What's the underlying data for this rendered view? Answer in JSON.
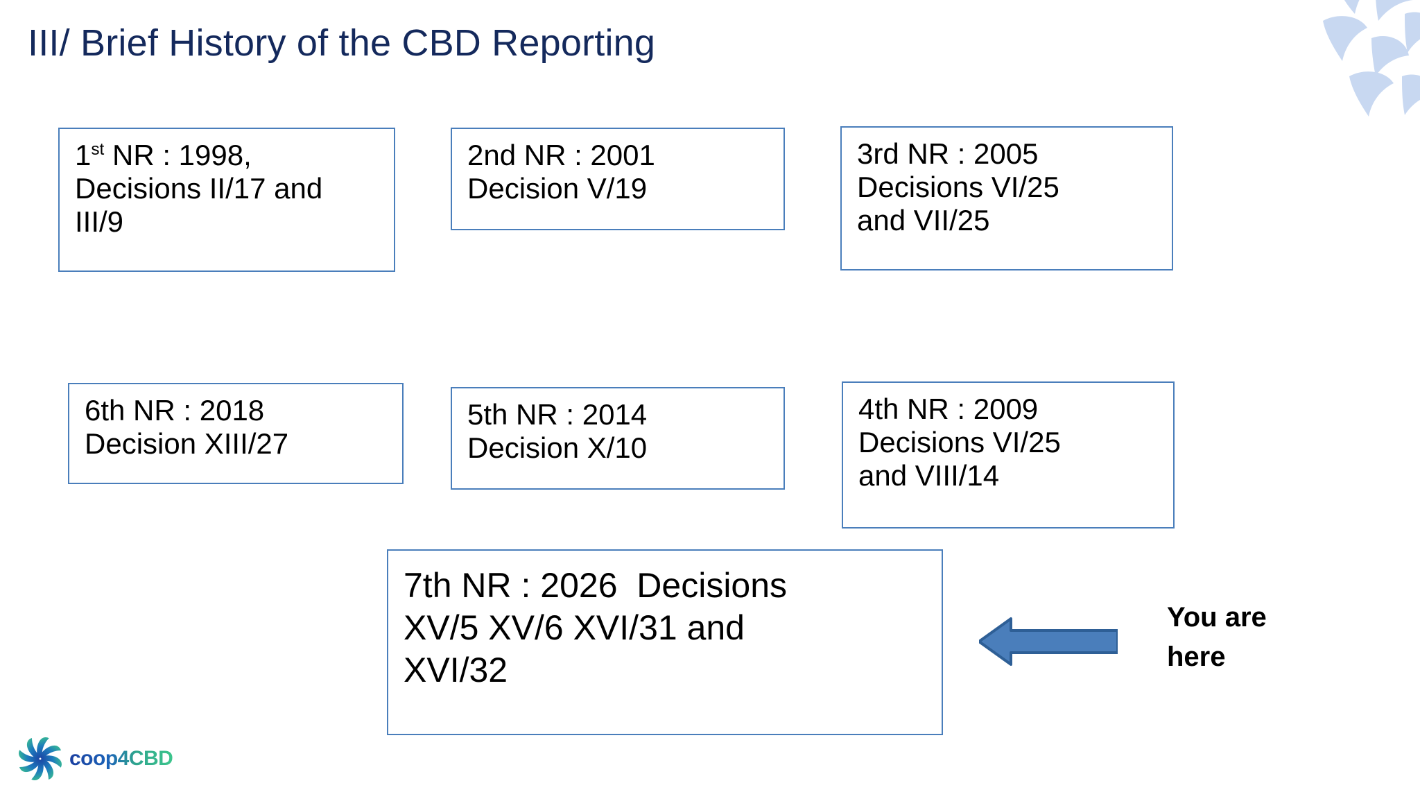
{
  "slide": {
    "title": "III/ Brief History of the CBD Reporting",
    "title_color": "#14295c",
    "background_color": "#ffffff",
    "box_border_color": "#4a7ebb",
    "arrow_fill_color": "#4a7ebb",
    "arrow_border_color": "#2e5f96"
  },
  "boxes": [
    {
      "id": "nr1",
      "name": "first-national-report",
      "ordinal_number": "1",
      "ordinal_suffix": "st",
      "rest": " NR : 1998,\nDecisions II/17 and\nIII/9",
      "full_text": "1st NR : 1998, Decisions II/17 and III/9"
    },
    {
      "id": "nr2",
      "name": "second-national-report",
      "text": "2nd NR : 2001\nDecision V/19"
    },
    {
      "id": "nr3",
      "name": "third-national-report",
      "text": "3rd NR : 2005\nDecisions VI/25\nand VII/25"
    },
    {
      "id": "nr6",
      "name": "sixth-national-report",
      "text": "6th NR : 2018\nDecision XIII/27"
    },
    {
      "id": "nr5",
      "name": "fifth-national-report",
      "text": "5th NR : 2014\nDecision X/10"
    },
    {
      "id": "nr4",
      "name": "fourth-national-report",
      "text": "4th NR : 2009\nDecisions VI/25\nand VIII/14"
    },
    {
      "id": "nr7",
      "name": "seventh-national-report",
      "text": "7th NR : 2026  Decisions\nXV/5 XV/6 XVI/31 and\nXVI/32"
    }
  ],
  "annotation": {
    "label": "You are here",
    "arrow_icon": "arrow-left-icon",
    "arrow_direction": "left"
  },
  "logo": {
    "wordmark": "coop4CBD",
    "mark_icon": "pinwheel-flower-icon"
  },
  "decoration": {
    "corner_icon": "petal-cluster-icon",
    "color": "#c7d7f0"
  }
}
